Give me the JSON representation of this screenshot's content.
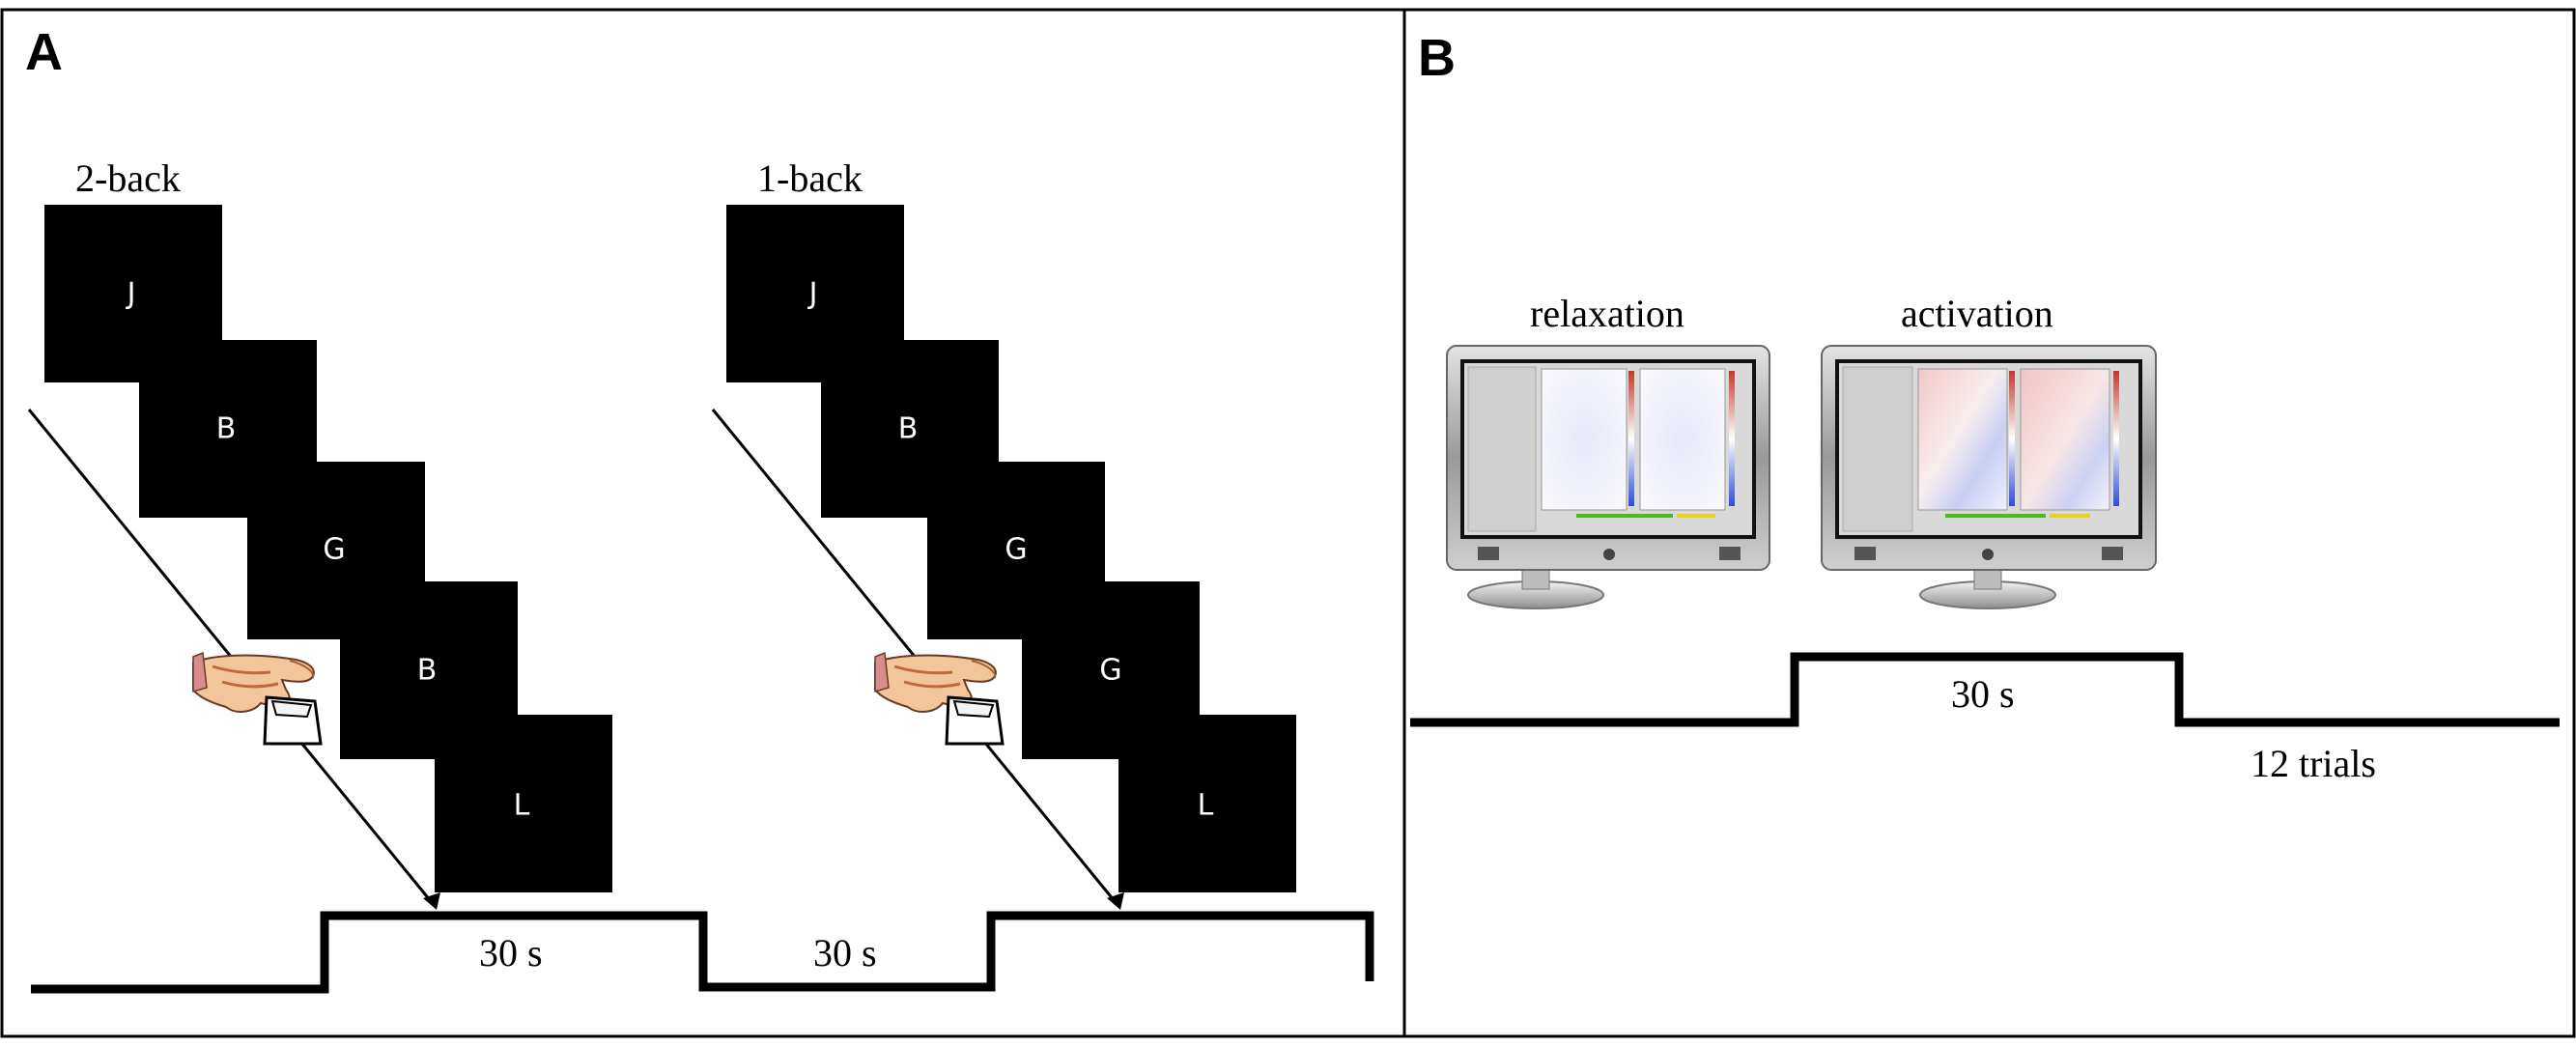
{
  "panel_a": {
    "letter": "A",
    "blocks": [
      {
        "condition": "2-back",
        "stimuli": [
          "J",
          "B",
          "G",
          "B",
          "L"
        ]
      },
      {
        "condition": "1-back",
        "stimuli": [
          "J",
          "B",
          "G",
          "G",
          "L"
        ]
      }
    ],
    "timeline": {
      "task_duration": "30 s",
      "rest_duration": "30 s"
    },
    "icons": [
      "hand-pressing-button-icon",
      "hand-pressing-button-icon"
    ]
  },
  "panel_b": {
    "letter": "B",
    "monitors": [
      {
        "label": "relaxation",
        "feedback_state": "neutral"
      },
      {
        "label": "activation",
        "feedback_state": "activated"
      }
    ],
    "timeline": {
      "block_duration": "30 s",
      "repetitions": "12 trials"
    },
    "colors": {
      "activation_red": "#d9534f",
      "activation_blue": "#3b5bd6",
      "bar_green": "#4cbb17",
      "bar_yellow": "#e8d21a"
    }
  }
}
